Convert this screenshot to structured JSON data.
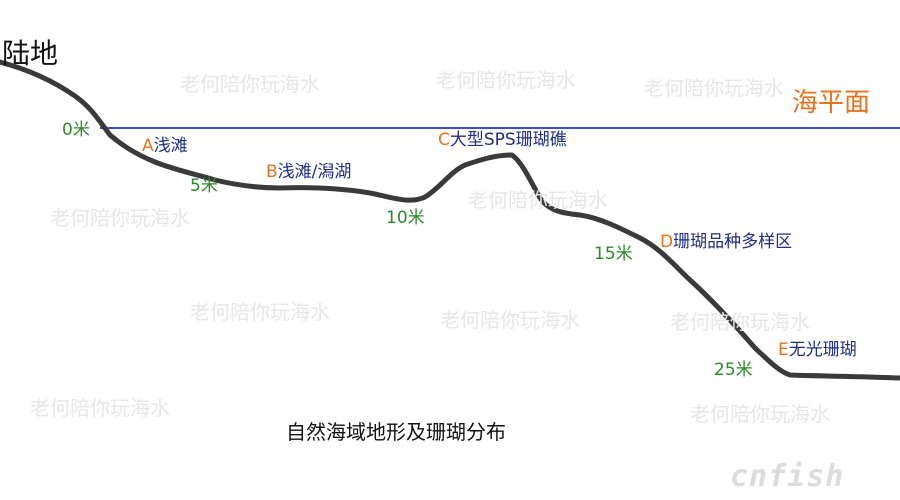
{
  "land_label": "陆地",
  "sea_level_label": "海平面",
  "caption": "自然海域地形及珊瑚分布",
  "colors": {
    "terrain": "#3a3a3a",
    "sea_level": "#3c4bd0",
    "zone_letter": "#e8731c",
    "zone_text": "#1f2d8a",
    "depth_text": "#2a8a2a"
  },
  "depth_marks": [
    "0米",
    "5米",
    "10米",
    "15米",
    "25米"
  ],
  "zones": [
    {
      "letter": "A",
      "name": "浅滩"
    },
    {
      "letter": "B",
      "name": "浅滩/潟湖"
    },
    {
      "letter": "C",
      "name": "大型SPS珊瑚礁"
    },
    {
      "letter": "D",
      "name": "珊瑚品种多样区"
    },
    {
      "letter": "E",
      "name": "无光珊瑚"
    }
  ],
  "watermark_text": "老何陪你玩海水",
  "logo_text": "cnfish"
}
